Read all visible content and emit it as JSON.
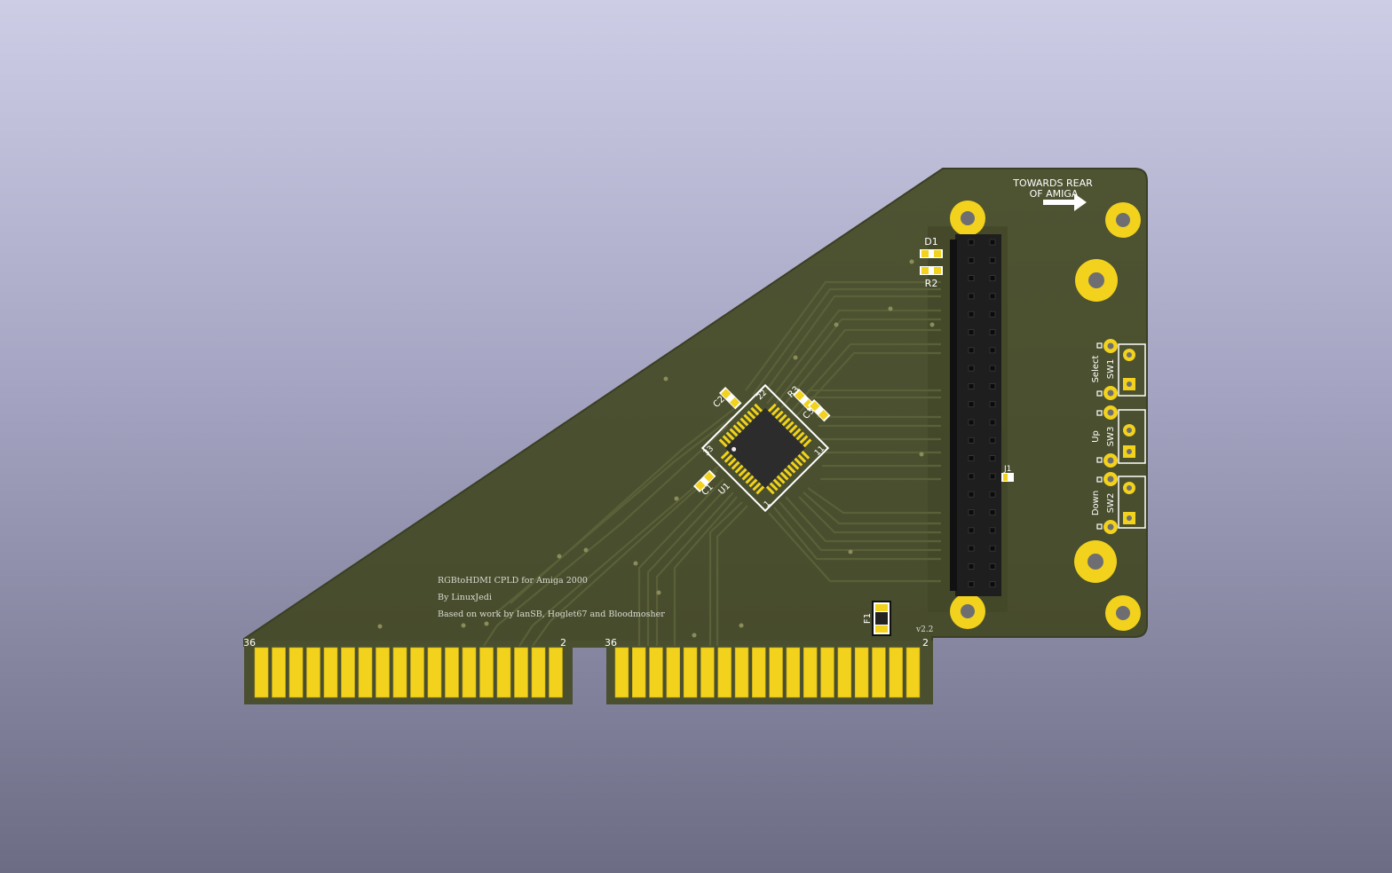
{
  "board": {
    "title": "RGBtoHDMI CPLD for Amiga 2000",
    "author": "By LinuxJedi",
    "credits": "Based on work by IanSB, Hoglet67 and Bloodmosher",
    "version": "v2.2",
    "direction_line1": "TOWARDS REAR",
    "direction_line2": "OF AMIGA"
  },
  "edge_connectors": {
    "left": {
      "start_label": "36",
      "end_label": "2"
    },
    "right": {
      "start_label": "36",
      "end_label": "2"
    }
  },
  "components": {
    "d1": "D1",
    "r2": "R2",
    "r3": "R3",
    "c1": "C1",
    "c2": "C2",
    "c3": "C3",
    "u1": "U1",
    "f1": "F1",
    "j1": "J1",
    "sw1": "SW1",
    "sw2": "SW2",
    "sw3": "SW3",
    "pin1": "1",
    "pin11": "11",
    "pin22": "22",
    "pin33": "33"
  },
  "switch_labels": {
    "select": "Select",
    "up": "Up",
    "down": "Down"
  },
  "colors": {
    "pcb": "#4b5030",
    "pcb_edge": "#3c4126",
    "copper_trace": "#595f3a",
    "gold": "#f2d21c",
    "silkscreen": "#ffffff",
    "header_black": "#1e1e1e"
  }
}
